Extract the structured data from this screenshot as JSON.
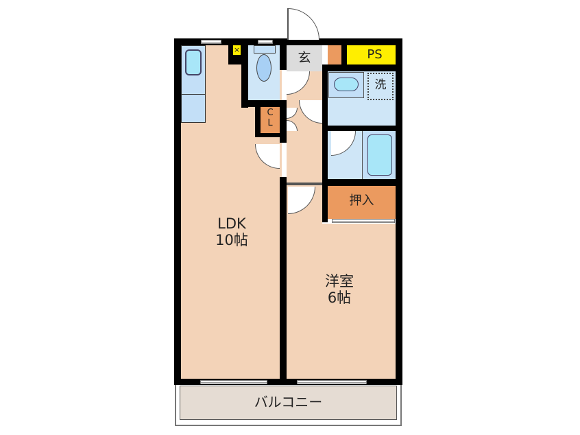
{
  "floor_plan": {
    "rooms": {
      "ldk": {
        "name": "LDK",
        "size": "10帖"
      },
      "western_room": {
        "name": "洋室",
        "size": "6帖"
      },
      "entrance": {
        "label": "玄"
      },
      "pipe_space": {
        "label": "PS"
      },
      "laundry": {
        "label": "洗"
      },
      "closet": {
        "label_line1": "C",
        "label_line2": "L"
      },
      "storage": {
        "label": "押入"
      },
      "balcony": {
        "label": "バルコニー"
      }
    },
    "colors": {
      "floor": "#f3d3b8",
      "wet_area": "#cfe6f7",
      "fixture": "#a8e6f8",
      "storage": "#eb9a5f",
      "pipe_space": "#ffee00",
      "entrance": "#dcdcdc",
      "balcony": "#e5dcd3",
      "wall": "#000000"
    }
  }
}
